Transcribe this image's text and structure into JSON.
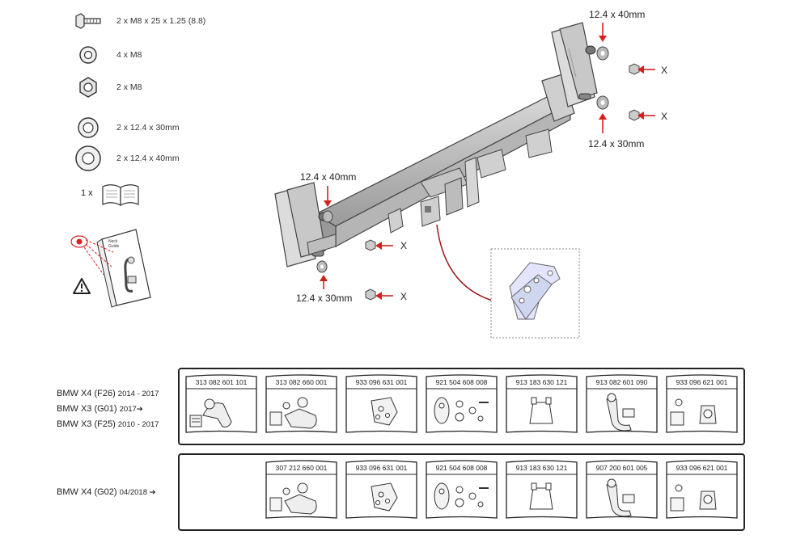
{
  "hardware": [
    {
      "icon": "bolt-icon",
      "label": "2 x M8 x 25 x 1.25 (8.8)"
    },
    {
      "icon": "washer-small-icon",
      "label": "4 x M8"
    },
    {
      "icon": "nut-icon",
      "label": "2 x M8"
    },
    {
      "icon": "washer-medium-icon",
      "label": "2 x 12.4 x 30mm"
    },
    {
      "icon": "washer-large-icon",
      "label": "2 x 12.4 x 40mm"
    }
  ],
  "manual": {
    "qty": "1 x",
    "icon": "book-icon"
  },
  "guide_card": {
    "text": "Neck Guide",
    "icon": "warning-icon"
  },
  "dimensions": {
    "top_right_upper": "12.4 x 40mm",
    "top_right_lower": "12.4 x 30mm",
    "left_upper": "12.4 x 40mm",
    "left_lower": "12.4 x 30mm"
  },
  "x_markers": [
    "X",
    "X",
    "X",
    "X"
  ],
  "kits": [
    {
      "vehicles": [
        {
          "model": "BMW X4 (F26)",
          "years": "2014 - 2017"
        },
        {
          "model": "BMW X3 (G01)",
          "years": "2017➔"
        },
        {
          "model": "BMW X3 (F25)",
          "years": "2010 - 2017"
        }
      ],
      "bags": [
        {
          "code": "313 082 601 101",
          "art": "towball"
        },
        {
          "code": "313 082 660 001",
          "art": "detachable"
        },
        {
          "code": "933 096 631 001",
          "art": "plate"
        },
        {
          "code": "921 504 608 008",
          "art": "socket-parts"
        },
        {
          "code": "913 183 630 121",
          "art": "holder"
        },
        {
          "code": "913 082 601 090",
          "art": "neck"
        },
        {
          "code": "933 096 621 001",
          "art": "small-parts"
        }
      ]
    },
    {
      "vehicles": [
        {
          "model": "BMW X4 (G02)",
          "years": "04/2018 ➔"
        }
      ],
      "bags": [
        {
          "code": "307 212 660 001",
          "art": "detachable"
        },
        {
          "code": "933 096 631 001",
          "art": "plate"
        },
        {
          "code": "921 504 608 008",
          "art": "socket-parts"
        },
        {
          "code": "913 183 630 121",
          "art": "holder"
        },
        {
          "code": "907 200 601 005",
          "art": "neck"
        },
        {
          "code": "933 096 621 001",
          "art": "small-parts"
        }
      ]
    }
  ]
}
